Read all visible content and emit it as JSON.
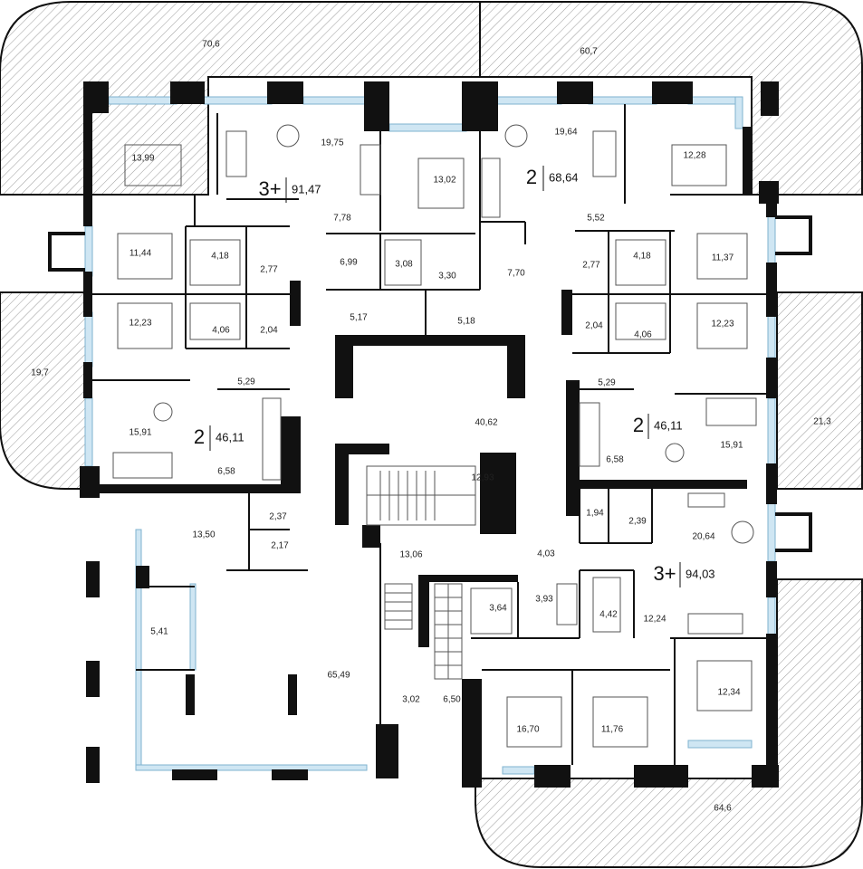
{
  "terraces": [
    {
      "id": "t1",
      "label": "70,6"
    },
    {
      "id": "t2",
      "label": "60,7"
    },
    {
      "id": "t3",
      "label": "19,7"
    },
    {
      "id": "t4",
      "label": "21,3"
    },
    {
      "id": "t5",
      "label": "64,6"
    }
  ],
  "apartments": [
    {
      "id": "a1",
      "rooms": "3+",
      "total": "91,47"
    },
    {
      "id": "a2",
      "rooms": "2",
      "total": "68,64"
    },
    {
      "id": "a3",
      "rooms": "2",
      "total": "46,11"
    },
    {
      "id": "a4",
      "rooms": "2",
      "total": "46,11"
    },
    {
      "id": "a5",
      "rooms": "3+",
      "total": "94,03"
    }
  ],
  "room_areas": [
    "13,99",
    "19,75",
    "13,02",
    "7,78",
    "11,44",
    "4,18",
    "2,77",
    "6,99",
    "3,08",
    "3,30",
    "12,23",
    "4,06",
    "2,04",
    "5,17",
    "5,18",
    "5,29",
    "15,91",
    "6,58",
    "19,64",
    "12,28",
    "5,52",
    "7,70",
    "2,77",
    "4,18",
    "11,37",
    "2,04",
    "4,06",
    "12,23",
    "5,29",
    "15,91",
    "6,58",
    "40,62",
    "12,93",
    "13,50",
    "2,37",
    "2,17",
    "13,06",
    "4,03",
    "1,94",
    "2,39",
    "20,64",
    "3,64",
    "3,93",
    "4,42",
    "12,24",
    "12,34",
    "5,41",
    "65,49",
    "3,02",
    "6,50",
    "16,70",
    "11,76"
  ]
}
